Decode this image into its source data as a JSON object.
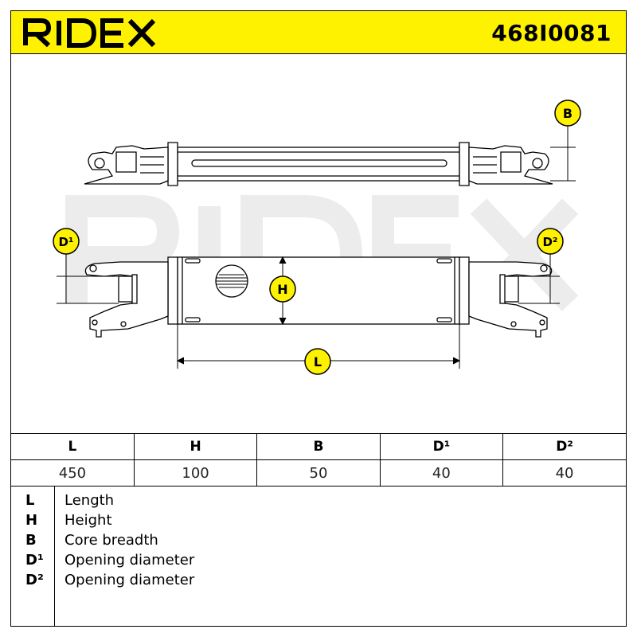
{
  "header": {
    "brand": "RIDEX",
    "part_number": "468I0081"
  },
  "drawing": {
    "watermark": "RIDEX",
    "labels": {
      "B": "B",
      "D1": "D¹",
      "D2": "D²",
      "H": "H",
      "L": "L"
    }
  },
  "dimensions": {
    "headers": [
      "L",
      "H",
      "B",
      "D¹",
      "D²"
    ],
    "values": [
      "450",
      "100",
      "50",
      "40",
      "40"
    ]
  },
  "legend": [
    {
      "key": "L",
      "desc": "Length"
    },
    {
      "key": "H",
      "desc": "Height"
    },
    {
      "key": "B",
      "desc": "Core breadth"
    },
    {
      "key": "D¹",
      "desc": "Opening diameter"
    },
    {
      "key": "D²",
      "desc": "Opening diameter"
    }
  ],
  "colors": {
    "header_bg": "#fff200",
    "badge_bg": "#fff200",
    "line": "#000000",
    "watermark": "#ececec"
  }
}
